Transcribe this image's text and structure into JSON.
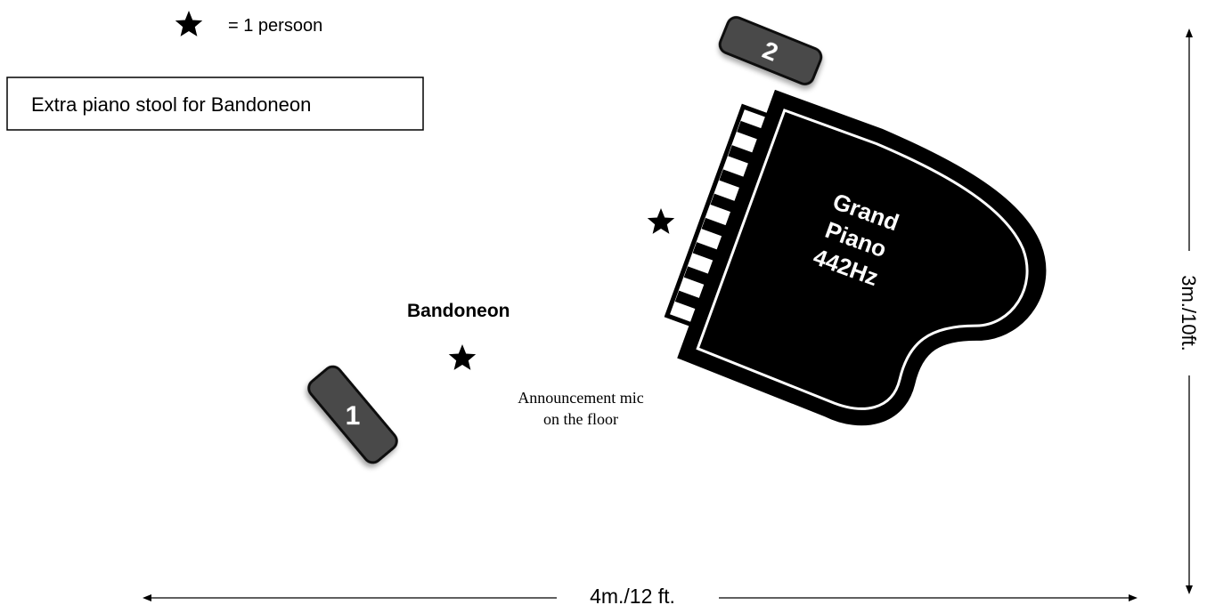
{
  "legend": {
    "icon": "star-icon",
    "text": "= 1 persoon"
  },
  "note_box": {
    "text": "Extra piano stool for Bandoneon"
  },
  "stools": [
    {
      "label": "1",
      "icon": "stool-icon"
    },
    {
      "label": "2",
      "icon": "stool-icon"
    }
  ],
  "piano": {
    "line1": "Grand",
    "line2": "Piano",
    "line3": "442Hz"
  },
  "performers": [
    {
      "label": "",
      "icon": "star-icon"
    },
    {
      "label": "Bandoneon",
      "icon": "star-icon"
    }
  ],
  "mic_note": {
    "line1": "Announcement mic",
    "line2": "on the floor"
  },
  "dimensions": {
    "width": "4m./12 ft.",
    "height": "3m./10ft."
  },
  "colors": {
    "ink": "#000000",
    "stool_fill": "#4a4a4a",
    "stool_stroke": "#111111",
    "stool_text": "#ffffff",
    "piano_fill": "#000000",
    "piano_text": "#ffffff"
  }
}
